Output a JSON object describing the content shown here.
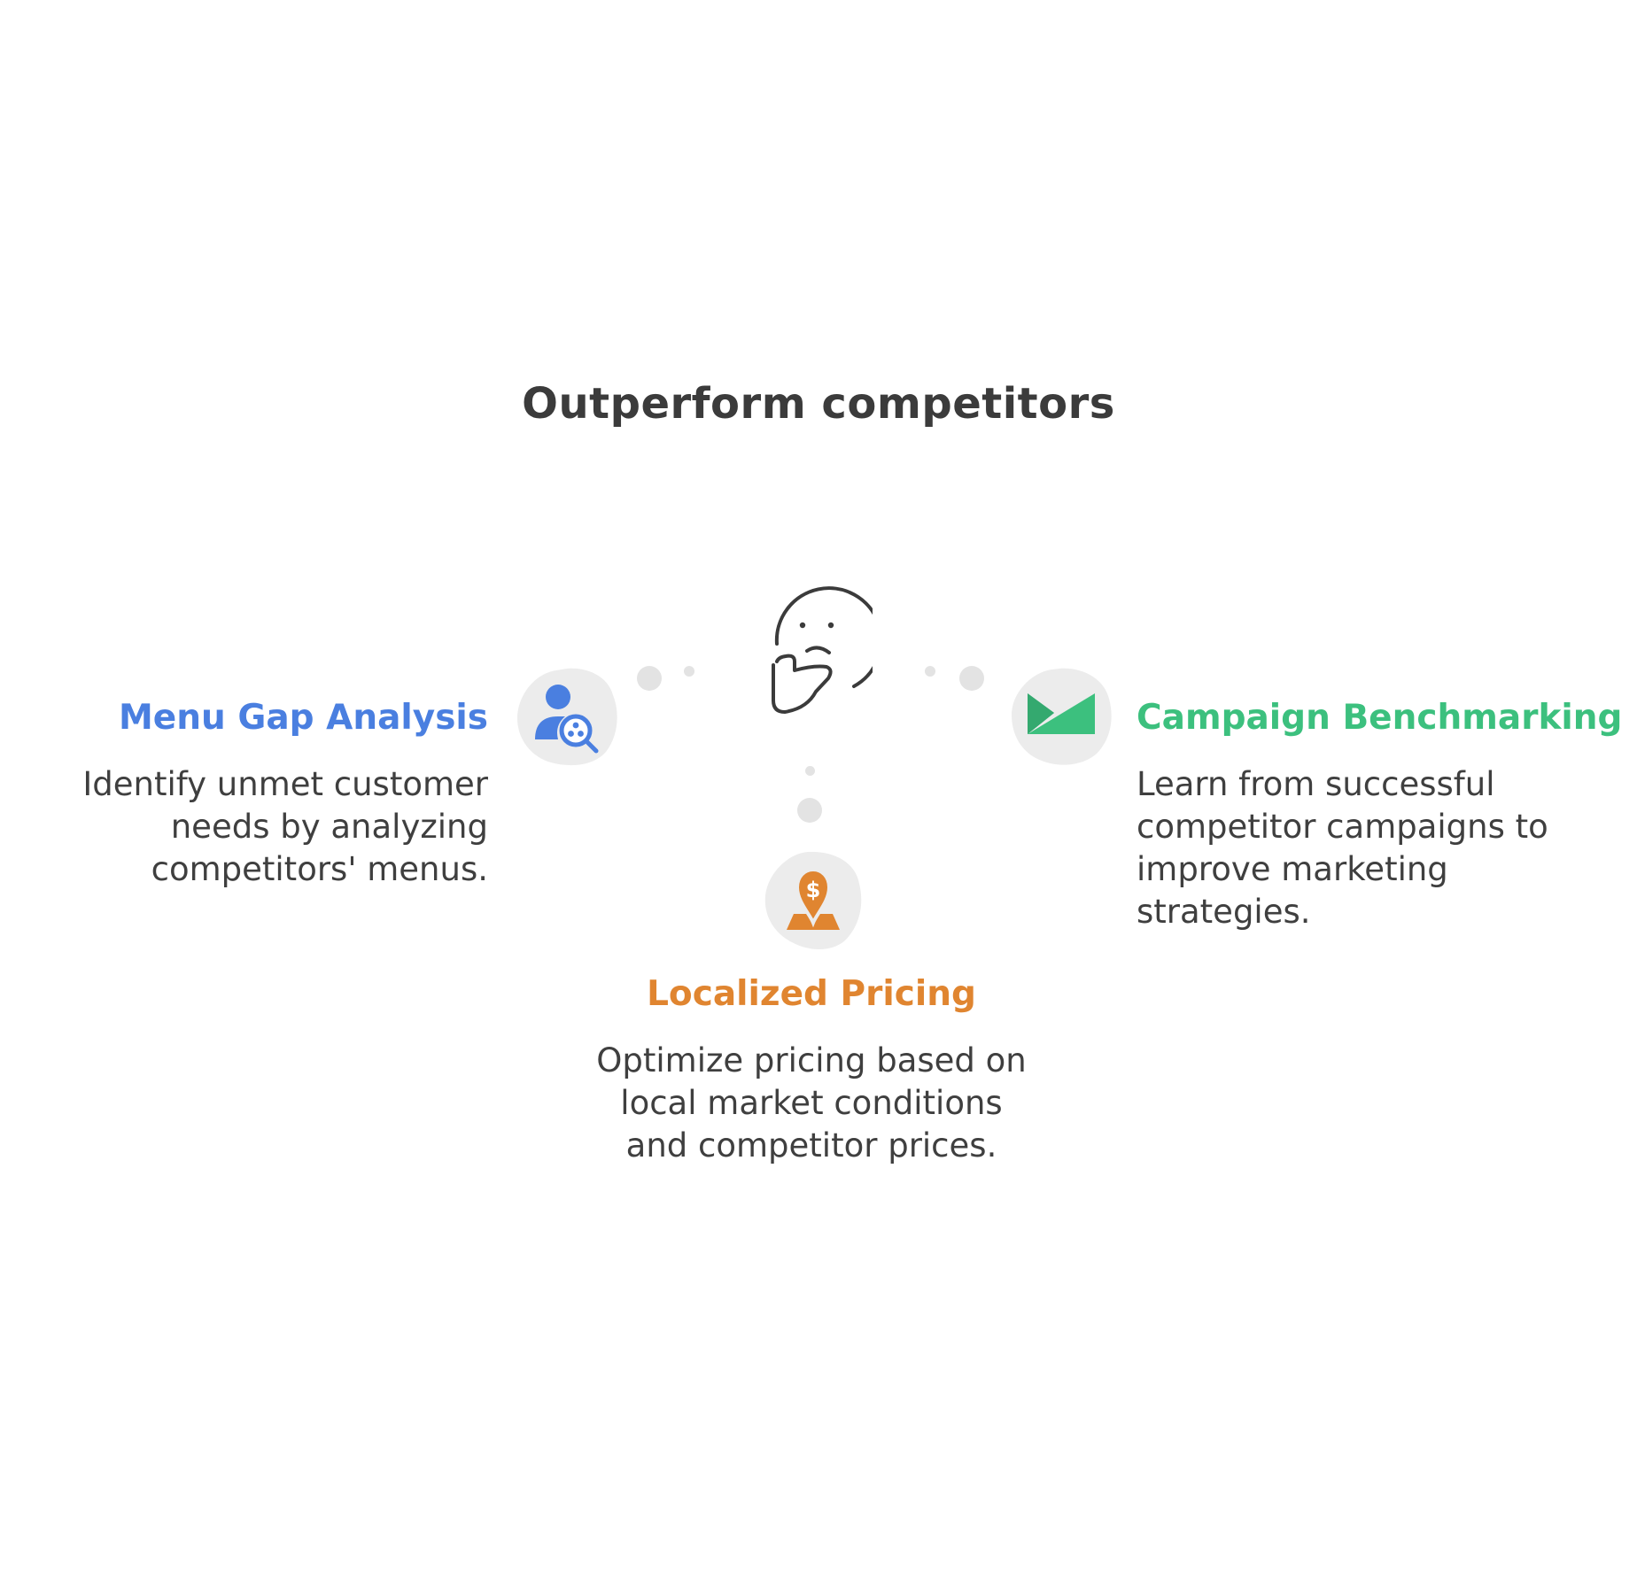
{
  "title": "Outperform competitors",
  "colors": {
    "menu_gap": "#4a7fe0",
    "campaign": "#3cc07e",
    "pricing": "#e08530",
    "blob_bg": "#ececec",
    "connector_dot": "#e3e3e3"
  },
  "center_icon": "thinking-face-icon",
  "items": {
    "menu_gap": {
      "heading": "Menu Gap Analysis",
      "icon": "user-search-icon",
      "lines": [
        "Identify unmet customer",
        "needs by analyzing",
        "competitors' menus."
      ]
    },
    "campaign": {
      "heading": "Campaign Benchmarking",
      "icon": "campaign-flag-icon",
      "lines": [
        "Learn from successful",
        "competitor campaigns to",
        "improve marketing",
        "strategies."
      ]
    },
    "pricing": {
      "heading": "Localized Pricing",
      "icon": "location-price-icon",
      "lines": [
        "Optimize pricing based on",
        "local market conditions",
        "and competitor prices."
      ]
    }
  }
}
